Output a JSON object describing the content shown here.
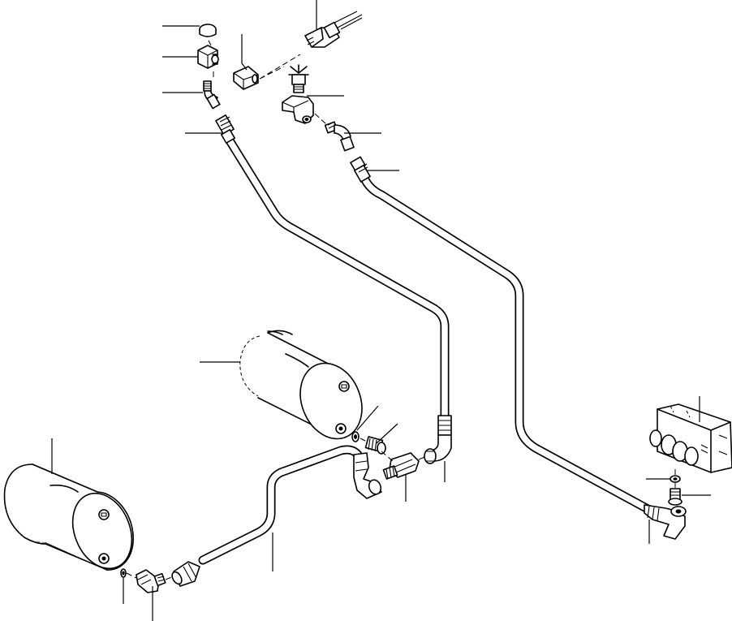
{
  "diagram": {
    "labels_visible": false,
    "components": [
      {
        "id": "reservoir-left",
        "icon": "air-tank-icon"
      },
      {
        "id": "reservoir-center",
        "icon": "air-tank-icon"
      },
      {
        "id": "valve-block",
        "icon": "valve-block-icon"
      },
      {
        "id": "pressure-switch",
        "icon": "pressure-switch-icon"
      },
      {
        "id": "drain-valve",
        "icon": "drain-valve-icon"
      },
      {
        "id": "tee-fitting",
        "icon": "tee-fitting-icon"
      },
      {
        "id": "hose-left",
        "icon": "hose-icon"
      },
      {
        "id": "hose-center",
        "icon": "hose-icon"
      },
      {
        "id": "hose-right",
        "icon": "hose-icon"
      }
    ],
    "colors": {
      "ink": "#000000",
      "paper": "#ffffff"
    }
  }
}
